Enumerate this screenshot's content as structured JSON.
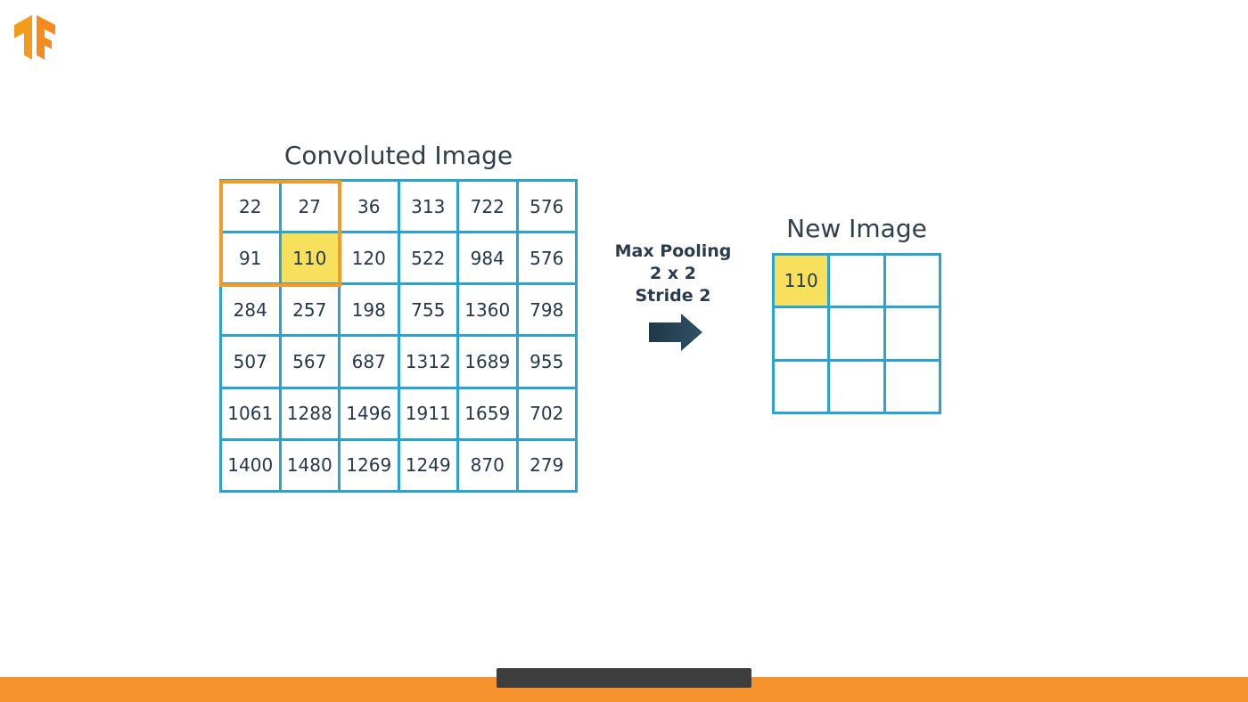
{
  "logo": {
    "icon": "tensorflow-logo-icon",
    "color": "#f7932f"
  },
  "convoluted_image": {
    "title": "Convoluted Image",
    "rows": [
      [
        "22",
        "27",
        "36",
        "313",
        "722",
        "576"
      ],
      [
        "91",
        "110",
        "120",
        "522",
        "984",
        "576"
      ],
      [
        "284",
        "257",
        "198",
        "755",
        "1360",
        "798"
      ],
      [
        "507",
        "567",
        "687",
        "1312",
        "1689",
        "955"
      ],
      [
        "1061",
        "1288",
        "1496",
        "1911",
        "1659",
        "702"
      ],
      [
        "1400",
        "1480",
        "1269",
        "1249",
        "870",
        "279"
      ]
    ],
    "highlighted_cell": {
      "row": 1,
      "col": 1
    },
    "pooling_window": {
      "rows": [
        0,
        1
      ],
      "cols": [
        0,
        1
      ]
    }
  },
  "operation": {
    "line1": "Max Pooling",
    "line2": "2 x 2",
    "line3": "Stride 2",
    "arrow_icon": "arrow-right-icon"
  },
  "new_image": {
    "title": "New Image",
    "rows": [
      [
        "110",
        "",
        ""
      ],
      [
        "",
        "",
        ""
      ],
      [
        "",
        "",
        ""
      ]
    ],
    "highlighted_cell": {
      "row": 0,
      "col": 0
    }
  },
  "colors": {
    "grid": "#2aa3cf",
    "highlight": "#f7e15c",
    "window": "#f39a29",
    "accent_bar": "#f7932f",
    "caption_box": "#3e3e3e"
  }
}
